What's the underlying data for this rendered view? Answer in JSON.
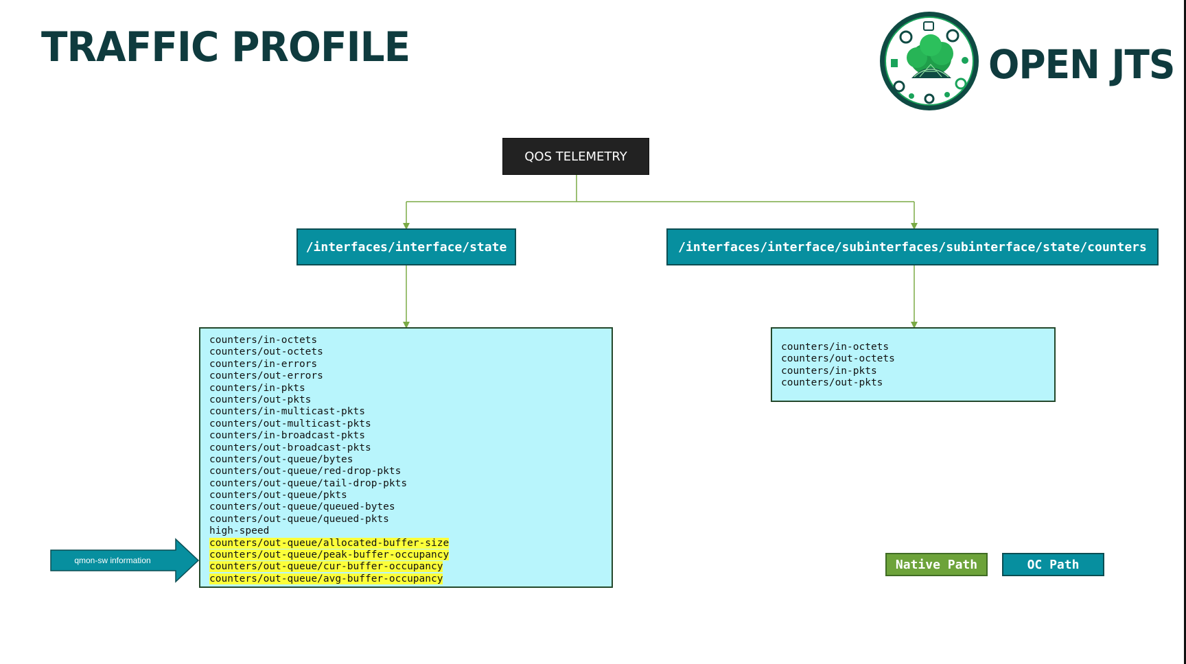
{
  "page": {
    "title": "TRAFFIC PROFILE"
  },
  "logo": {
    "brand_text": "OPEN JTS"
  },
  "diagram": {
    "root": "QOS TELEMETRY",
    "left_path": "/interfaces/interface/state",
    "right_path": "/interfaces/interface/subinterfaces/subinterface/state/counters",
    "left_counters": [
      {
        "text": "counters/in-octets",
        "highlight": false
      },
      {
        "text": "counters/out-octets",
        "highlight": false
      },
      {
        "text": "counters/in-errors",
        "highlight": false
      },
      {
        "text": "counters/out-errors",
        "highlight": false
      },
      {
        "text": "counters/in-pkts",
        "highlight": false
      },
      {
        "text": "counters/out-pkts",
        "highlight": false
      },
      {
        "text": "counters/in-multicast-pkts",
        "highlight": false
      },
      {
        "text": "counters/out-multicast-pkts",
        "highlight": false
      },
      {
        "text": "counters/in-broadcast-pkts",
        "highlight": false
      },
      {
        "text": "counters/out-broadcast-pkts",
        "highlight": false
      },
      {
        "text": "counters/out-queue/bytes",
        "highlight": false
      },
      {
        "text": "counters/out-queue/red-drop-pkts",
        "highlight": false
      },
      {
        "text": "counters/out-queue/tail-drop-pkts",
        "highlight": false
      },
      {
        "text": "counters/out-queue/pkts",
        "highlight": false
      },
      {
        "text": "counters/out-queue/queued-bytes",
        "highlight": false
      },
      {
        "text": "counters/out-queue/queued-pkts",
        "highlight": false
      },
      {
        "text": "high-speed",
        "highlight": false
      },
      {
        "text": "counters/out-queue/allocated-buffer-size",
        "highlight": true
      },
      {
        "text": "counters/out-queue/peak-buffer-occupancy",
        "highlight": true
      },
      {
        "text": "counters/out-queue/cur-buffer-occupancy",
        "highlight": true
      },
      {
        "text": "counters/out-queue/avg-buffer-occupancy",
        "highlight": true
      }
    ],
    "right_counters": [
      "counters/in-octets",
      "counters/out-octets",
      "counters/in-pkts",
      "counters/out-pkts"
    ],
    "callout": "qmon-sw information"
  },
  "legend": {
    "native": "Native Path",
    "oc": "OC Path"
  },
  "colors": {
    "title": "#0f3b3e",
    "root_box": "#222222",
    "path_box": "#078f9f",
    "list_bg": "#b8f5fc",
    "highlight": "#fcff3a",
    "connector": "#7aaa45",
    "native_legend": "#6da33a"
  }
}
